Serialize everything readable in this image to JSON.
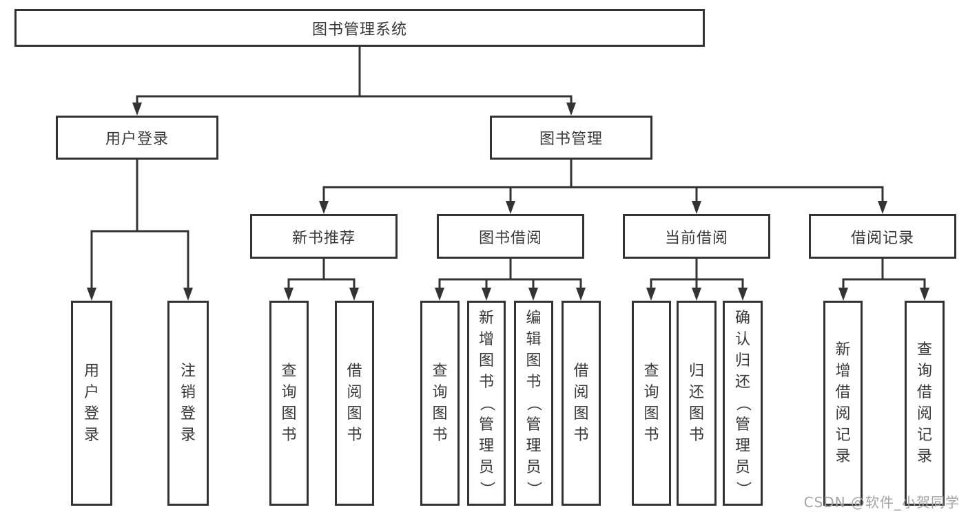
{
  "diagram": {
    "root": {
      "label": "图书管理系统",
      "children": [
        {
          "label": "用户登录",
          "children": [
            {
              "label": "用户登录"
            },
            {
              "label": "注销登录"
            }
          ]
        },
        {
          "label": "图书管理",
          "children": [
            {
              "label": "新书推荐",
              "children": [
                {
                  "label": "查询图书"
                },
                {
                  "label": "借阅图书"
                }
              ]
            },
            {
              "label": "图书借阅",
              "children": [
                {
                  "label": "查询图书"
                },
                {
                  "label": "新增图书（管理员）"
                },
                {
                  "label": "编辑图书（管理员）"
                },
                {
                  "label": "借阅图书"
                }
              ]
            },
            {
              "label": "当前借阅",
              "children": [
                {
                  "label": "查询图书"
                },
                {
                  "label": "归还图书"
                },
                {
                  "label": "确认归还（管理员）"
                }
              ]
            },
            {
              "label": "借阅记录",
              "children": [
                {
                  "label": "新增借阅记录"
                },
                {
                  "label": "查询借阅记录"
                }
              ]
            }
          ]
        }
      ]
    }
  },
  "watermark": "CSDN @软件_小贺同学",
  "colors": {
    "line": "#333333",
    "text": "#383838",
    "background": "#ffffff",
    "watermark": "#a3a3a3"
  }
}
